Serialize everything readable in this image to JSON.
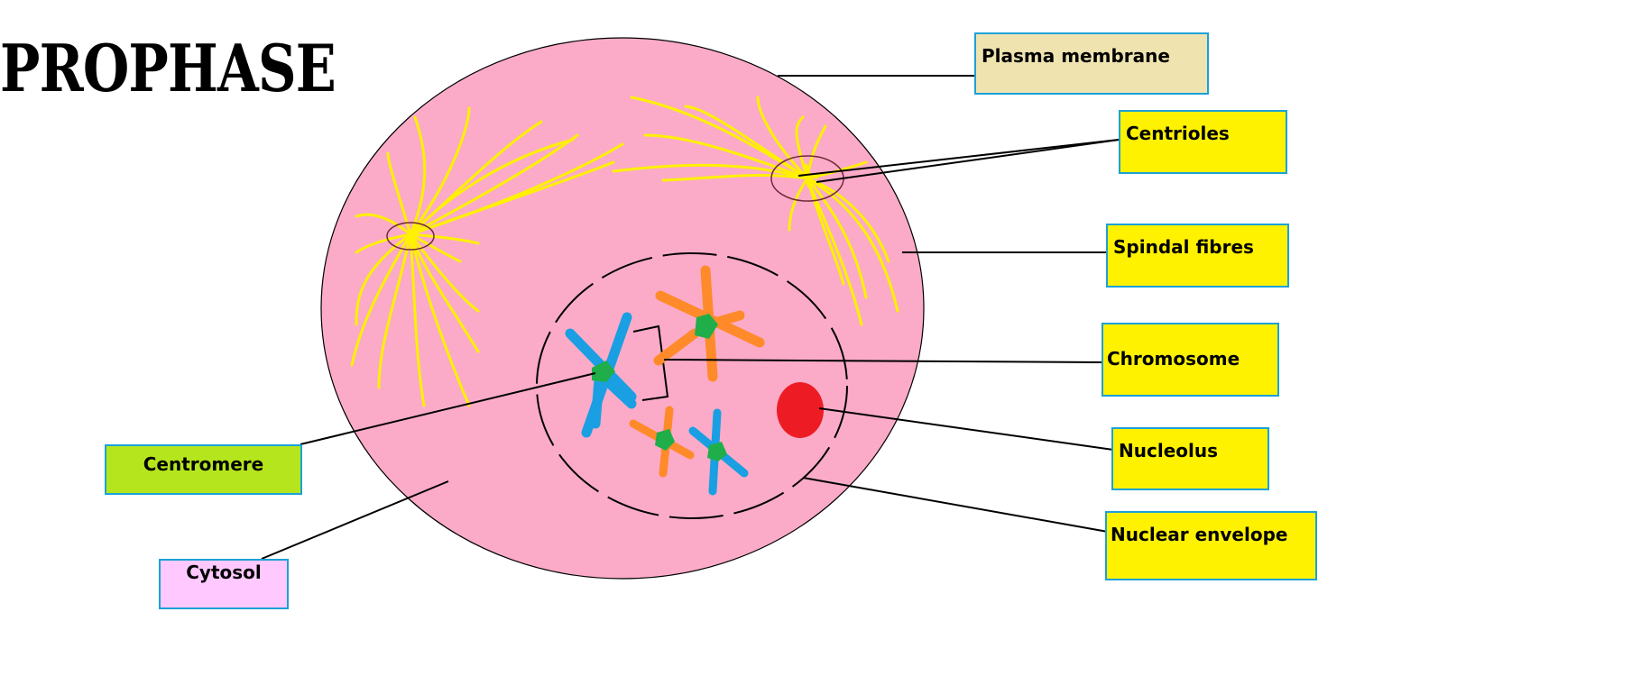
{
  "title": "PROPHASE",
  "colors": {
    "cell": "#fbabc8",
    "spindle": "#fff100",
    "chromosome_blue": "#1a9fe3",
    "chromosome_orange": "#ff8a2a",
    "centromere_green": "#1fae4a",
    "nucleolus": "#ed1c24",
    "label_border": "#1ba1d8",
    "label_plasma": "#efe4b0",
    "label_yellow": "#fff200",
    "label_green": "#b5e61d",
    "label_cytosol": "#ffc9ff"
  },
  "labels": {
    "plasma_membrane": "Plasma membrane",
    "centrioles": "Centrioles",
    "spindal_fibres": "Spindal fibres",
    "chromosome": "Chromosome",
    "nucleolus": "Nucleolus",
    "nuclear_envelope": "Nuclear envelope",
    "centromere": "Centromere",
    "cytosol": "Cytosol"
  }
}
